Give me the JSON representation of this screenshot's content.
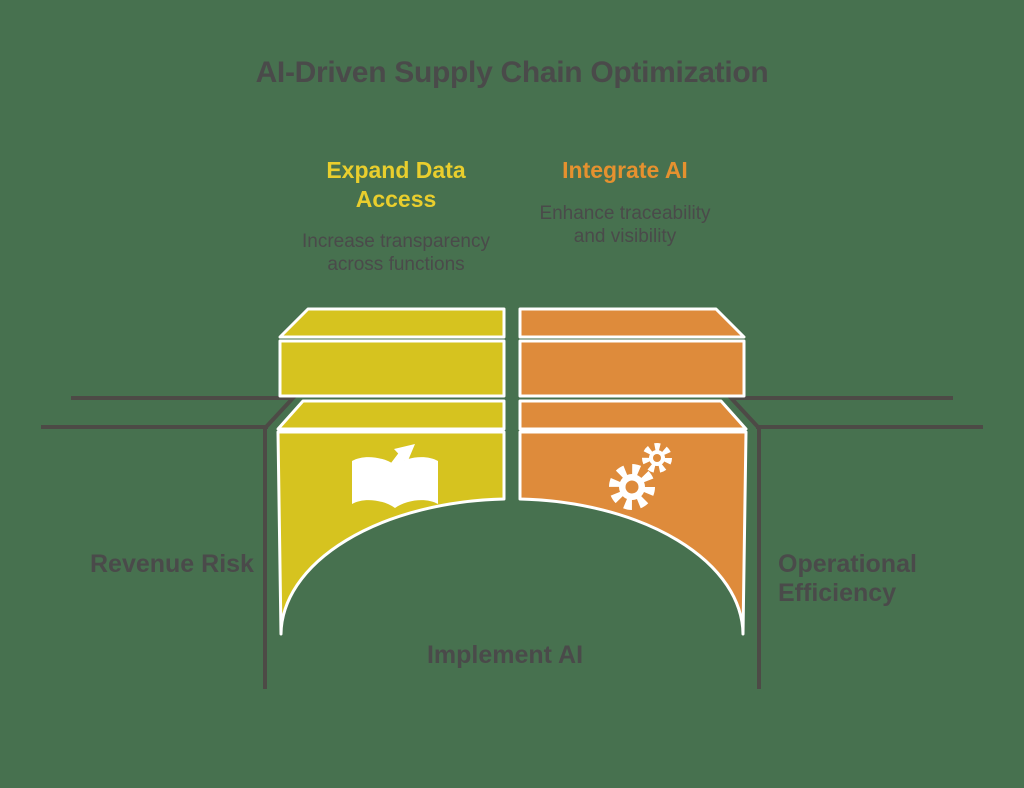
{
  "title": "AI-Driven Supply Chain Optimization",
  "columns": [
    {
      "header": "Expand Data\nAccess",
      "description": "Increase transparency\nacross functions",
      "icon": "book-trend-arrow-icon",
      "block_color": "#D6C31F",
      "header_color": "#E9CE2D"
    },
    {
      "header": "Integrate AI",
      "description": "Enhance traceability\nand visibility",
      "icon": "gears-icon",
      "block_color": "#DE8B3B",
      "header_color": "#E5912F"
    }
  ],
  "labels": {
    "left": "Revenue Risk",
    "right": "Operational\nEfficiency",
    "bottom": "Implement AI"
  },
  "colors": {
    "c-bg": "#47714F",
    "c-yellow": "#D6C31F",
    "c-orange": "#DE8B3B",
    "c-yellow-text": "#E9CE2D",
    "c-orange-text": "#E5912F",
    "c-text": "#4A4A4A",
    "c-line": "#4D4A46"
  }
}
